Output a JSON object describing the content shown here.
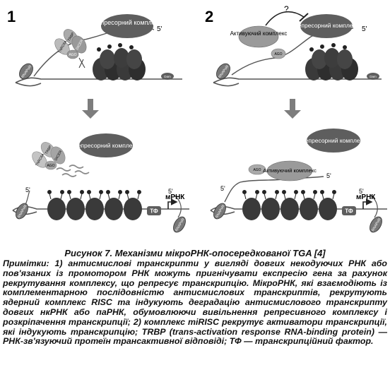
{
  "panels": [
    {
      "number": "1",
      "top": {
        "repressor": "Репресорний комплекс",
        "five_prime": "5'",
        "rnapol": "RNAPolII",
        "small_oval": "Dam",
        "tnrc6a": "TNRC6A",
        "trbp": "TRBP",
        "dicer": "DICER",
        "ago": "AGO"
      },
      "bottom": {
        "repressor": "Репресорний комплекс",
        "tnrc6a": "TNRC6A",
        "trbp": "TRBP",
        "dicer": "DICER",
        "ago": "AGO",
        "five_prime_left": "5'",
        "five_prime_right": "5'",
        "mrna": "мРНК",
        "rnapol_left": "RNAPolII",
        "rnapol_right": "RNAPolII",
        "tf": "ТФ"
      }
    },
    {
      "number": "2",
      "top": {
        "question": "?",
        "activator": "Активуючий комплекс",
        "repressor": "Репресорний комплекс",
        "five_prime": "5'",
        "ago": "AGO",
        "rnapol": "RNAPolII",
        "small_oval": "Dam"
      },
      "bottom": {
        "repressor": "Репресорний комплекс",
        "ago": "AGO",
        "activator": "Активуючий комплекс",
        "five_prime_top": "5'",
        "five_prime_left": "5'",
        "five_prime_right": "5'",
        "mrna": "мРНК",
        "rnapol_left": "RNAPolII",
        "rnapol_right": "RNAPolII",
        "tf": "ТФ"
      }
    }
  ],
  "caption": {
    "title": "Рисунок 7. Механізми мікроРНК-опосередкованої TGA [4]",
    "notes": "Примітки: 1) антисмислові транскрипти у вигляді довгих некодуючих РНК або пов'язаних із промотором РНК можуть пригнічувати експресію гена за рахунок рекрутування комплексу, що репресує транскрипцію. МікроРНК, які взаємодіють із комплементарною послідовністю антисмислових транскриптів, рекрутують ядерний комплекс RISC та індукують деградацію антисмислового транскрипту довгих нкРНК або паРНК, обумовлюючи вивільнення репресивного комплексу і розкріпачення транскрипції; 2) комплекс miRISC рекрутує активатори транскрипції, які індукують транскрипцію; TRBP (trans-activation response RNA-binding protein) — РНК-зв'язуючий протеїн трансактивної відповіді; ТФ — транскрипційний фактор."
  },
  "colors": {
    "nucleosome": "#3a3a3a",
    "dark_oval": "#5e5e5e",
    "mid_oval": "#8a8a8a",
    "light_oval": "#c4c4c4",
    "arrow": "#7d7d7d",
    "line": "#555555"
  }
}
